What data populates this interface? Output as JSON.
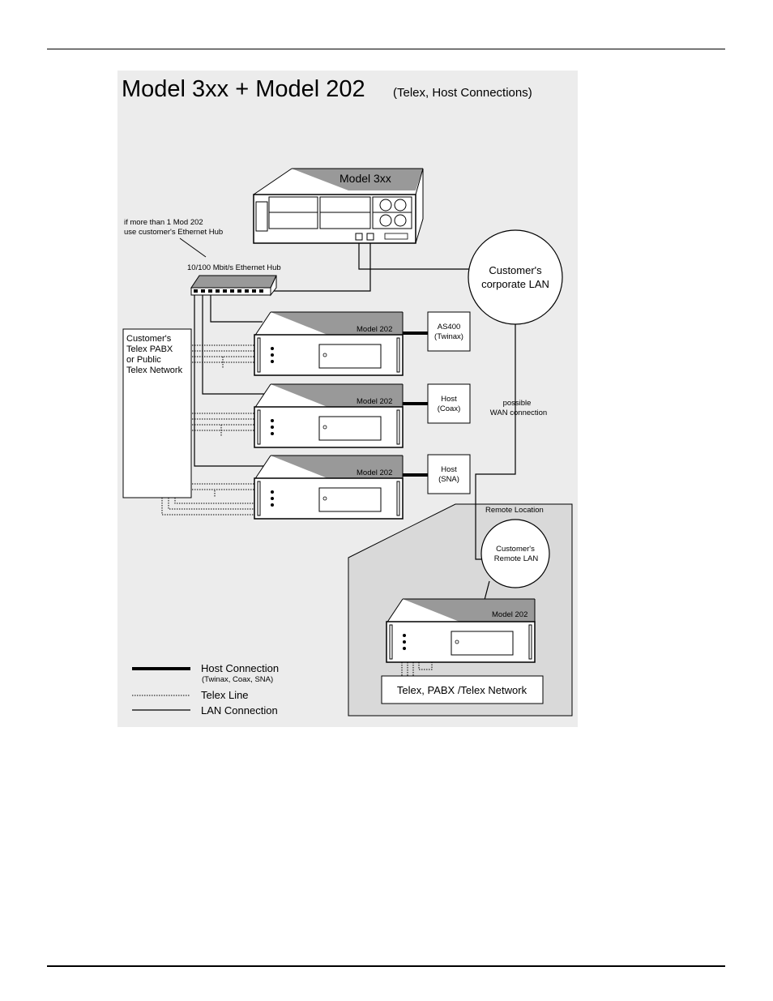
{
  "title": {
    "main": "Model 3xx + Model 202",
    "sub": "(Telex, Host Connections)"
  },
  "devices": {
    "model3xx": "Model 3xx",
    "model202": "Model 202"
  },
  "notes": {
    "hub_line1": "if more than 1 Mod 202",
    "hub_line2": "use customer's Ethernet Hub",
    "hub_label": "10/100 Mbit/s Ethernet Hub",
    "wan_line1": "possible",
    "wan_line2": "WAN connection",
    "remote_location": "Remote Location"
  },
  "lan": {
    "corporate_line1": "Customer's",
    "corporate_line2": "corporate LAN",
    "remote_line1": "Customer's",
    "remote_line2": "Remote LAN"
  },
  "telex_box": [
    "Customer's",
    "Telex PABX",
    "or Public",
    "Telex Network"
  ],
  "hosts": [
    {
      "line1": "AS400",
      "line2": "(Twinax)"
    },
    {
      "line1": "Host",
      "line2": "(Coax)"
    },
    {
      "line1": "Host",
      "line2": "(SNA)"
    }
  ],
  "remote_network": "Telex, PABX /Telex Network",
  "legend": {
    "host": "Host Connection",
    "host_sub": "(Twinax, Coax, SNA)",
    "telex": "Telex Line",
    "lan": "LAN Connection"
  }
}
